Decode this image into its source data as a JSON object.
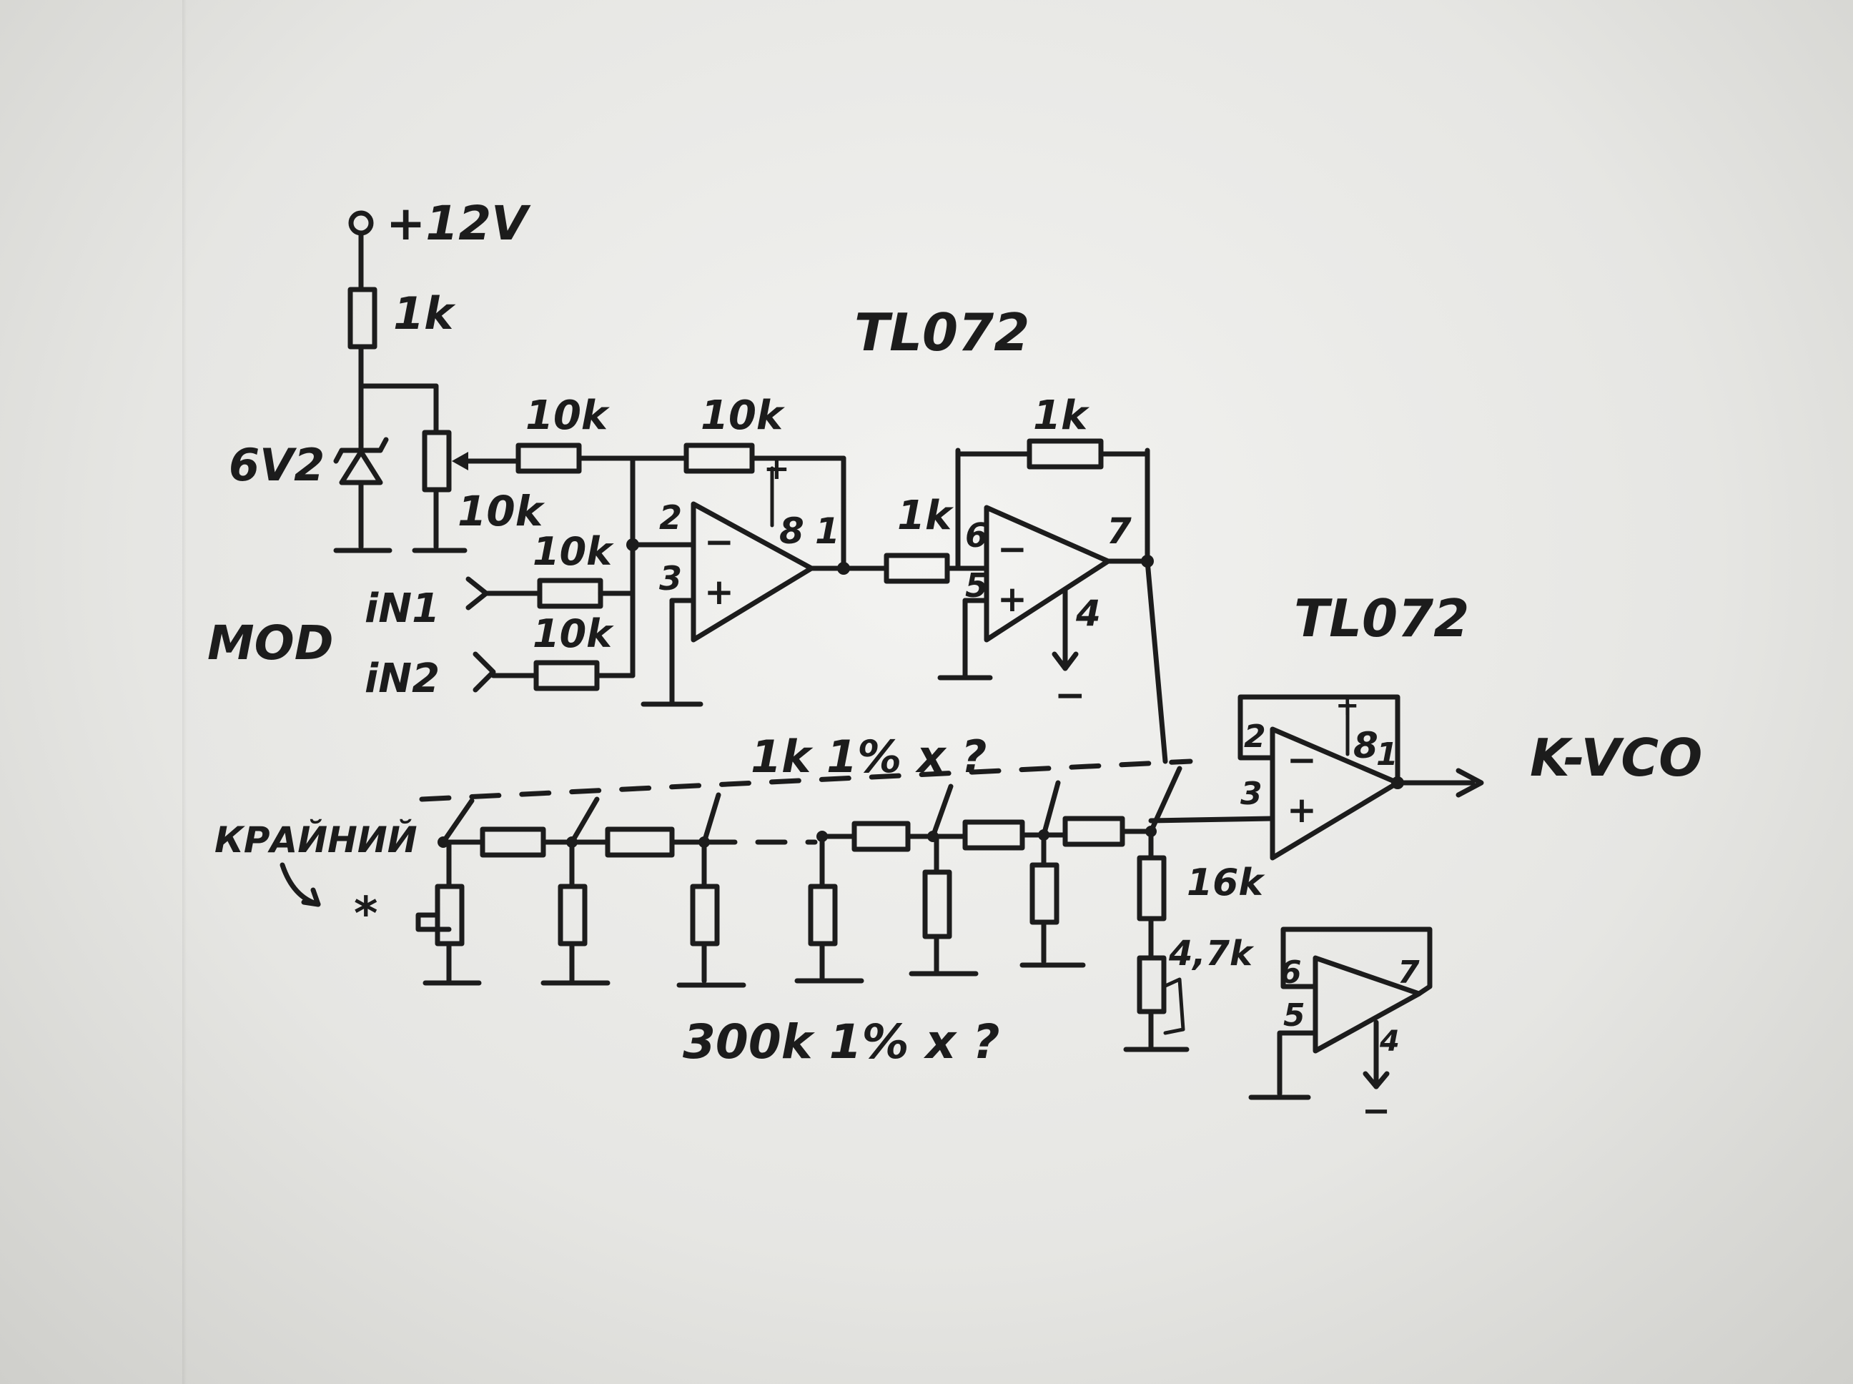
{
  "supply": {
    "label": "+12V"
  },
  "chips": {
    "top": "TL072",
    "right": "TL072"
  },
  "diode": {
    "label": "6V2"
  },
  "resistors": {
    "r_supply": "1k",
    "pot": "10k",
    "r_pot_in": "10k",
    "r_in1": "10k",
    "r_in2": "10k",
    "r_feedback1": "10k",
    "r_inter": "1k",
    "r_feedback2": "1k",
    "r_16k": "16k",
    "trim_4k7": "4,7k"
  },
  "inputs": {
    "group": "MOD",
    "in1": "iN1",
    "in2": "iN2"
  },
  "output": {
    "label": "K-VCO"
  },
  "ladder": {
    "series_note": "1k 1% x ?",
    "shunt_note": "300k 1% x ?",
    "end_label": "КРАЙНИЙ",
    "marker": "*"
  },
  "pins": {
    "u1_inv": "2",
    "u1_noninv": "3",
    "u1_out": "1",
    "u1_vcc": "8",
    "u2_inv": "6",
    "u2_noninv": "5",
    "u2_out": "7",
    "u2_vee": "4",
    "u3_inv": "2",
    "u3_noninv": "3",
    "u3_out": "1",
    "u3_vcc": "8",
    "u4_inv": "6",
    "u4_noninv": "5",
    "u4_out": "7",
    "u4_vee": "4"
  },
  "signs": {
    "minus": "−",
    "plus": "+",
    "vee": "−"
  }
}
